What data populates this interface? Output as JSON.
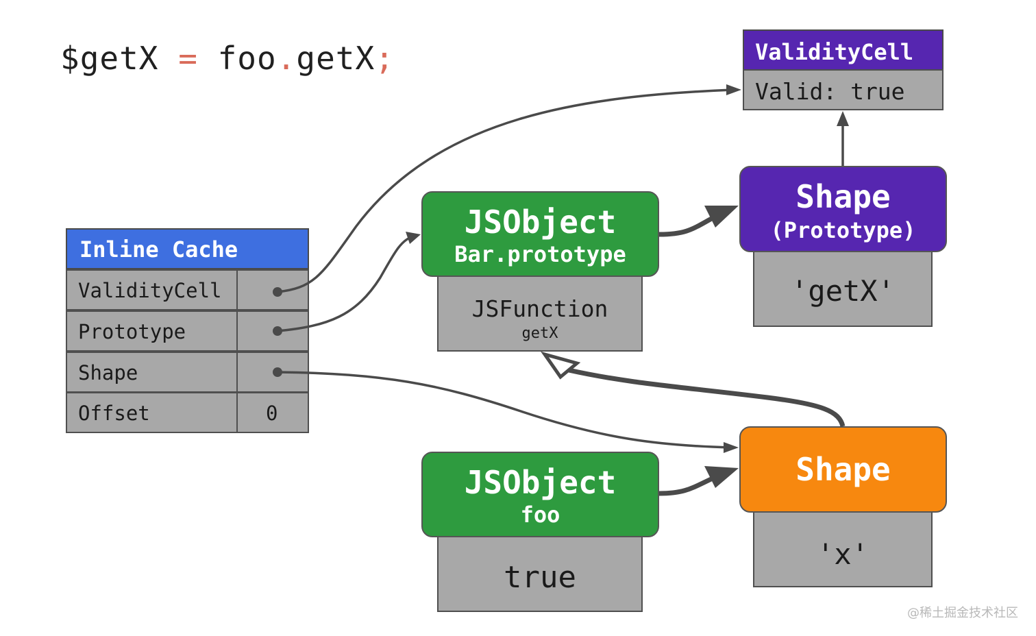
{
  "code": {
    "lhs": "$getX",
    "op": "=",
    "obj": "foo",
    "dot": ".",
    "prop": "getX",
    "semi": ";"
  },
  "inline_cache": {
    "title": "Inline Cache",
    "rows": [
      {
        "label": "ValidityCell",
        "value": ""
      },
      {
        "label": "Prototype",
        "value": ""
      },
      {
        "label": "Shape",
        "value": ""
      },
      {
        "label": "Offset",
        "value": "0"
      }
    ]
  },
  "validity_cell": {
    "title": "ValidityCell",
    "body": "Valid: true"
  },
  "bar_prototype": {
    "title": "JSObject",
    "subtitle": "Bar.prototype",
    "slot_main": "JSFunction",
    "slot_sub": "getX"
  },
  "shape_prototype": {
    "title": "Shape",
    "subtitle": "(Prototype)",
    "slot": "'getX'"
  },
  "foo_object": {
    "title": "JSObject",
    "subtitle": "foo",
    "slot": "true"
  },
  "shape": {
    "title": "Shape",
    "slot": "'x'"
  },
  "watermark": "@稀土掘金技术社区",
  "colors": {
    "green": "#2e9b3f",
    "purple": "#5626b0",
    "orange": "#f7880f",
    "blue": "#3e6fe0",
    "gray": "#a8a8a8",
    "arrow": "#4a4a4a"
  }
}
